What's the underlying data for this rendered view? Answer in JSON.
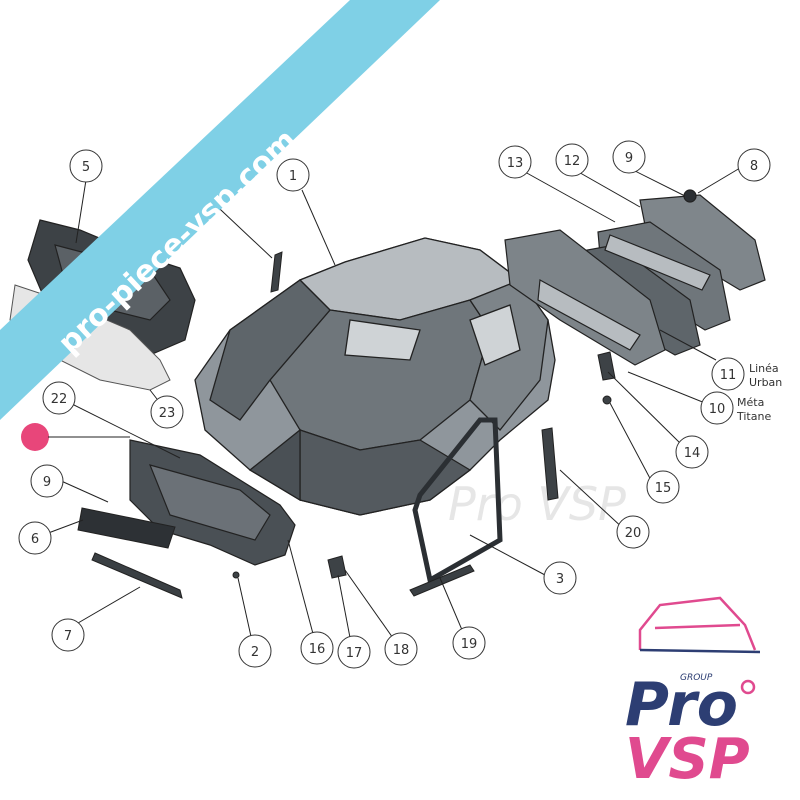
{
  "banner": {
    "text": "pro-piece-vsp.com",
    "color": "#7fd0e6"
  },
  "watermark": {
    "text": "Pro VSP"
  },
  "callouts": [
    {
      "id": "c1",
      "number": "1"
    },
    {
      "id": "c2",
      "number": "2"
    },
    {
      "id": "c3",
      "number": "3"
    },
    {
      "id": "c5",
      "number": "5"
    },
    {
      "id": "c6",
      "number": "6"
    },
    {
      "id": "c7",
      "number": "7"
    },
    {
      "id": "c8",
      "number": "8"
    },
    {
      "id": "c9a",
      "number": "9"
    },
    {
      "id": "c9b",
      "number": "9"
    },
    {
      "id": "c10",
      "number": "10"
    },
    {
      "id": "c11",
      "number": "11"
    },
    {
      "id": "c12",
      "number": "12"
    },
    {
      "id": "c13",
      "number": "13"
    },
    {
      "id": "c14",
      "number": "14"
    },
    {
      "id": "c15",
      "number": "15"
    },
    {
      "id": "c16",
      "number": "16"
    },
    {
      "id": "c17",
      "number": "17"
    },
    {
      "id": "c18",
      "number": "18"
    },
    {
      "id": "c19",
      "number": "19"
    },
    {
      "id": "c20",
      "number": "20"
    },
    {
      "id": "c22",
      "number": "22"
    },
    {
      "id": "c23",
      "number": "23"
    }
  ],
  "notes": {
    "n11": {
      "line1": "Linéa",
      "line2": "Urban"
    },
    "n10": {
      "line1": "Méta",
      "line2": "Titane"
    }
  },
  "logo": {
    "pro": "Pro",
    "vsp": "VSP",
    "group": "GROUP",
    "accent": "#e04a8f",
    "primary": "#2d3e73"
  },
  "marker_color": "#e8467a"
}
